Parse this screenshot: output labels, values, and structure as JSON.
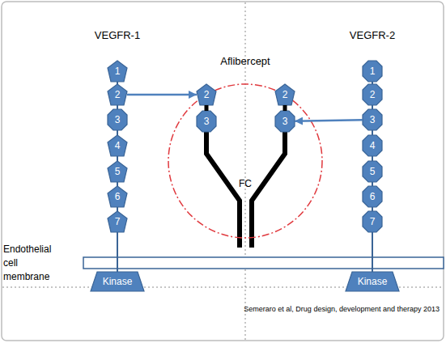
{
  "diagram": {
    "nodes": [
      {
        "text": [
          "1"
        ]
      },
      {
        "text": [
          "2"
        ]
      },
      {
        "text": [
          "3"
        ]
      },
      {
        "text": [
          "4"
        ]
      },
      {
        "text": [
          "5"
        ]
      },
      {
        "text": [
          "6"
        ]
      },
      {
        "text": [
          "7"
        ]
      },
      {
        "text": [
          "Kinase"
        ]
      },
      {
        "text": [
          "Aflibercept"
        ]
      },
      {
        "text": [
          "2"
        ],
        "in": 8
      },
      {
        "text": [
          "3"
        ],
        "in": 8
      },
      {
        "text": [
          "2"
        ],
        "in": 8
      },
      {
        "text": [
          "3"
        ],
        "in": 8
      },
      {
        "text": [
          "1"
        ]
      },
      {
        "text": [
          "2"
        ]
      },
      {
        "text": [
          "3"
        ]
      },
      {
        "text": [
          "4"
        ]
      },
      {
        "text": [
          "5"
        ]
      },
      {
        "text": [
          "6"
        ]
      },
      {
        "text": [
          "7"
        ]
      },
      {
        "text": [
          "Kinase"
        ]
      }
    ],
    "edges": [
      {
        "from": 0,
        "to": 1,
        "arrow": "none"
      },
      {
        "from": 1,
        "to": 2,
        "arrow": "none"
      },
      {
        "from": 2,
        "to": 3,
        "arrow": "none"
      },
      {
        "from": 3,
        "to": 4,
        "arrow": "none"
      },
      {
        "from": 4,
        "to": 5,
        "arrow": "none"
      },
      {
        "from": 5,
        "to": 6,
        "arrow": "none"
      },
      {
        "from": 6,
        "to": 7,
        "arrow": "none"
      },
      {
        "from": 9,
        "to": 10,
        "arrow": "none"
      },
      {
        "from": 11,
        "to": 12,
        "arrow": "none"
      },
      {
        "from": 1,
        "to": 9,
        "arrow": "to"
      },
      {
        "from": 15,
        "to": 12,
        "arrow": "to"
      },
      {
        "from": 13,
        "to": 14,
        "arrow": "none"
      },
      {
        "from": 14,
        "to": 15,
        "arrow": "none"
      },
      {
        "from": 15,
        "to": 16,
        "arrow": "none"
      },
      {
        "from": 16,
        "to": 17,
        "arrow": "none"
      },
      {
        "from": 17,
        "to": 18,
        "arrow": "none"
      },
      {
        "from": 18,
        "to": 19,
        "arrow": "none"
      },
      {
        "from": 19,
        "to": 20,
        "arrow": "none"
      }
    ],
    "labels": [
      "VEGFR-1",
      "VEGFR-2",
      "FC",
      "Endothelial cell membrane",
      "Semeraro et al, Drug design, development and therapy 2013"
    ]
  }
}
